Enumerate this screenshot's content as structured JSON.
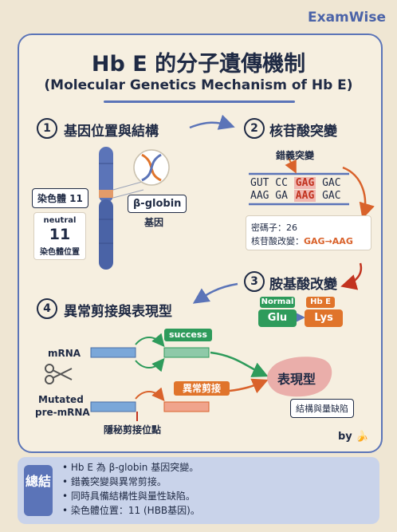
{
  "brand": "ExamWise",
  "title": "Hb E 的分子遺傳機制",
  "subtitle": "(Molecular Genetics Mechanism of Hb E)",
  "step1": {
    "num": "1",
    "title": "基因位置與結構",
    "chromosome_label": "染色體 11",
    "gene_label": "β-globin",
    "gene_sub": "基因",
    "neutral": "neutral",
    "chrom_number": "11",
    "chrom_caption": "染色體位置"
  },
  "step2": {
    "num": "2",
    "title": "核苷酸突變",
    "missense": "錯義突變",
    "seq_top": {
      "pre": "GUT CC ",
      "mut": "GAG",
      "post": " GAC"
    },
    "seq_bottom": {
      "pre": "AAG GA ",
      "mut": "AAG",
      "post": " GAC"
    },
    "codon_line": "密碼子：26",
    "change_prefix": "核苷酸改變：",
    "change_value": "GAG→AAG"
  },
  "step3": {
    "num": "3",
    "title": "胺基酸改變",
    "normal_tag": "Normal",
    "hbe_tag": "Hb E",
    "normal_aa": "Glu",
    "hbe_aa": "Lys"
  },
  "step4": {
    "num": "4",
    "title": "異常剪接與表現型",
    "mrna": "mRNA",
    "success": "success",
    "abnormal_splicing": "異常剪接",
    "mutated": "Mutated",
    "pre_mrna": "pre-mRNA",
    "cryptic_site": "隱秘剪接位點",
    "phenotype": "表現型",
    "defect": "結構與量缺陷",
    "by": "by 🍌"
  },
  "summary": {
    "label": "總結",
    "items": [
      "Hb E 為 β-globin 基因突變。",
      "錯義突變與異常剪接。",
      "同時具備結構性與量性缺陷。",
      "染色體位置：11 (HBB基因)。"
    ]
  },
  "colors": {
    "accent": "#5b74b8",
    "green": "#2e9b5b",
    "orange": "#e0742b",
    "red": "#c2331f"
  }
}
